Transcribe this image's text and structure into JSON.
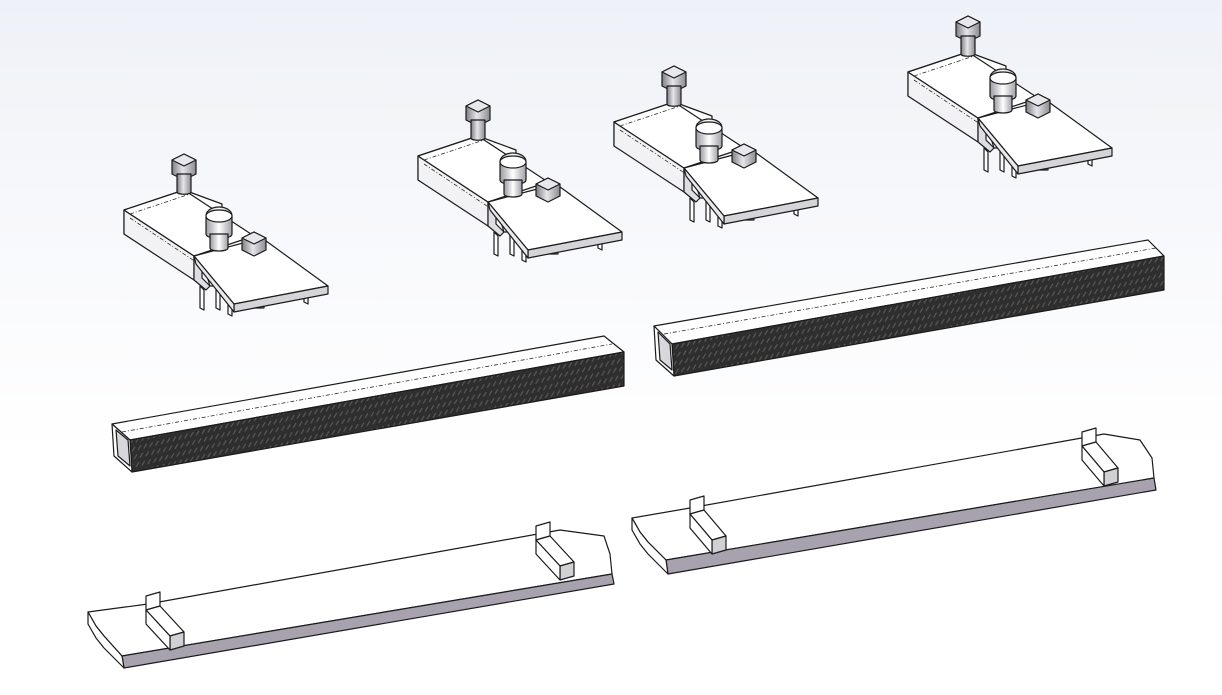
{
  "scene": {
    "view": "isometric-exploded",
    "background_top": "#eef1f7",
    "background_bottom": "#ffffff",
    "part_fill_light": "#ffffff",
    "part_fill_shade": "#c9c9cf",
    "part_fill_side": "#a7a2ad",
    "bolt_fill": "#b9b9bf",
    "tread_fill": "#2e2e2e",
    "edge_color": "#1b1b1b"
  },
  "parts": {
    "clamp_assemblies": 4,
    "tread_tubes": 2,
    "base_plates": 2
  }
}
